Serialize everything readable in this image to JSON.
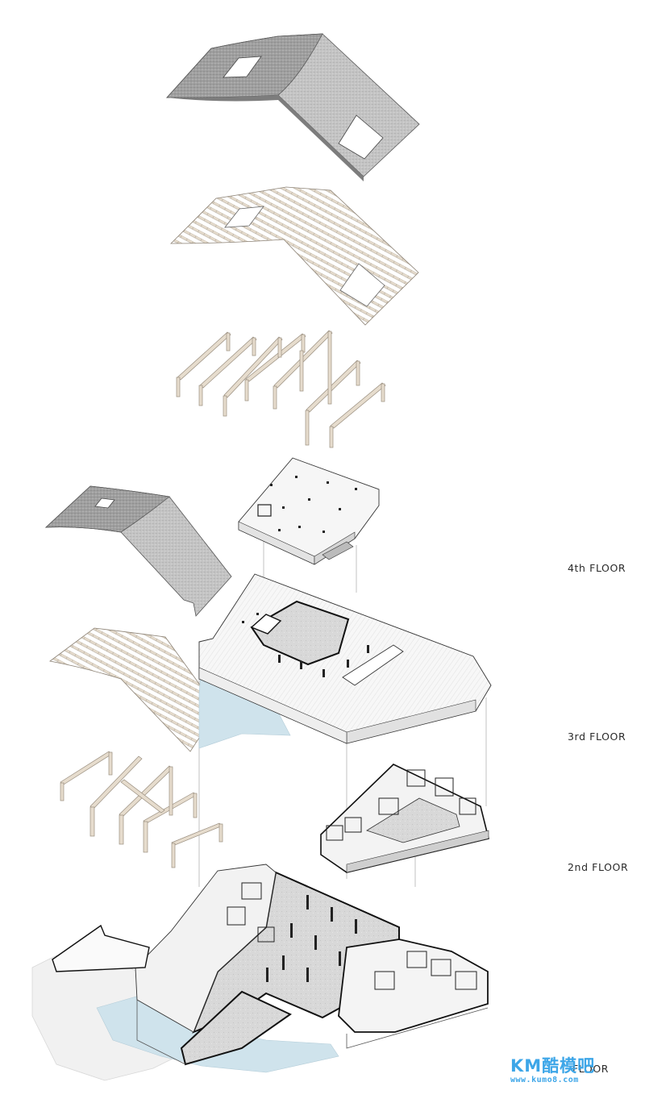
{
  "labels": {
    "floor4": "4th FLOOR",
    "floor3": "3rd FLOOR",
    "floor2": "2nd FLOOR",
    "floor1": "FLOOR"
  },
  "watermark": {
    "logo": "KM酷模吧",
    "url": "www.kumo8.com"
  },
  "colors": {
    "roof_tile": "#a9a9a9",
    "roof_tile_light": "#c7c7c7",
    "timber": "#e6dccd",
    "timber_stroke": "#9a8f80",
    "water": "#cfe3ec",
    "slab": "#f4f4f4",
    "floor_concrete": "#d9d9d9",
    "line": "#222222",
    "guide": "#9a9a9a",
    "watermark": "#3da6e8"
  }
}
